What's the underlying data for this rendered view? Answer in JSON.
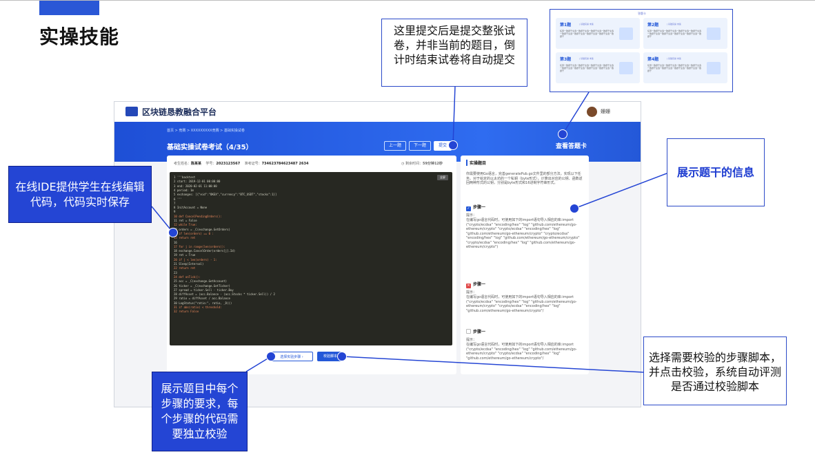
{
  "slide": {
    "title": "实操技能"
  },
  "platform": {
    "logo_text": "区块链恳教融合平台",
    "user_name": "姗姗"
  },
  "hero": {
    "breadcrumb": "首页  >  竞赛  >  XXXXXXXXX竞赛  >  基础实操试卷",
    "exam_title": "基础实操试卷考试（4/35）",
    "prev_label": "上一题",
    "next_label": "下一题",
    "submit_label": "提交",
    "answer_card_label": "查看答题卡"
  },
  "candidate": {
    "name_label": "考生姓名：",
    "name": "陈某某",
    "id_label": "学号：",
    "id": "2023123567",
    "cert_label": "准考证号：",
    "cert": "734623784623487 2634",
    "timer_label": "剩余时间：",
    "timer": "59分钟12秒"
  },
  "editor": {
    "fullscreen_label": "全屏",
    "lines": [
      "1  '''backtest",
      "2  start: 2019-12-01 00:00:00",
      "3  end: 2020-02-01 11:00:00",
      "4  period: 1m",
      "5  exchanges: [{\"eid\":\"OKEX\",\"currency\":\"BTC_USDT\",\"stocks\":1}]",
      "6  '''",
      "7",
      "8  InitAccount = None",
      "9",
      "10 def CancelPendingOrders():",
      "11     ret = False",
      "12     while True:",
      "13         orders = _C(exchange.GetOrders)",
      "14         if len(orders) == 0 :",
      "15             return ret",
      "16",
      "17         for j in range(len(orders)):",
      "18             exchange.CancelOrder(orders[j].Id)",
      "19             ret = True",
      "20             if j < len(orders) - 1:",
      "21                 Sleep(Interval)",
      "22     return ret",
      "23",
      "24 def onTick():",
      "25     acc = _C(exchange.GetAccount)",
      "26     ticker = _C(exchange.GetTicker)",
      "27     spread = ticker.Sell - ticker.Buy",
      "28     diffAsset = (acc.Balance - (acc.Stocks * ticker.Sell)) / 2",
      "29     ratio = diffAsset / acc.Balance",
      "30     LogStatus(\"ratio:\", ratio, _D())",
      "31     if abs(ratio) < threshold:",
      "32         return False"
    ],
    "select_step_label": "选择实验步骤 ›",
    "verify_label": "校验脚本"
  },
  "task": {
    "title": "实操题目",
    "desc": "你需要使用Go语言，完善generatePub.go文件里的部分方法，实现以下任务。对于给定的以太坊的一个私钥（byte形式），计算出对应的公钥、函数返回两种形式的公钥，分别是byte形式和16进制字符串形式。",
    "steps": [
      {
        "label": "步骤一",
        "state": "checked",
        "hint_label": "提示：",
        "hint": "在编写go语言代码时，可使用如下的import语句导入相应的库:import (\"crypto/ecdsa\" \"encoding/hex\" \"log\" \"github.com/ethereum/go-ethereum/crypto\" \"crypto/ecdsa\" \"encoding/hex\" \"log\" \"github.com/ethereum/go-ethereum/crypto\" \"crypto/ecdsa\" \"encoding/hex\" \"log\" \"github.com/ethereum/go-ethereum/crypto\" \"crypto/ecdsa\" \"encoding/hex\" \"log\" \"github.com/ethereum/go-ethereum/crypto\")"
      },
      {
        "label": "步骤一",
        "state": "failed",
        "hint_label": "提示：",
        "hint": "在编写go语言代码时，可使用如下的import语句导入相应的库:import (\"crypto/ecdsa\" \"encoding/hex\" \"log\" \"github.com/ethereum/go-ethereum/crypto\" \"crypto/ecdsa\" \"encoding/hex\" \"log\" \"github.com/ethereum/go-ethereum/crypto\"/"
      },
      {
        "label": "步骤一",
        "state": "unchecked",
        "hint_label": "提示：",
        "hint": "在编写go语言代码时，可使用如下的import语句导入相应的库:import (\"crypto/ecdsa\" \"encoding/hex\" \"log\" \"github.com/ethereum/go-ethereum/crypto\" \"crypto/ecdsa\" \"encoding/hex\" \"log\" \"github.com/ethereum/go-ethereum/crypto\"/"
      }
    ]
  },
  "answer_card_preview": {
    "title": "答题卡",
    "cards": [
      {
        "title": "第1题",
        "tag": "| 基础实操  未答"
      },
      {
        "title": "第2题",
        "tag": "| 基础实操  未答"
      },
      {
        "title": "第3题",
        "tag": "| 基础实操  未答"
      },
      {
        "title": "第4题",
        "tag": "| 基础实操  未答"
      }
    ],
    "card_text": "任意一致题干全选一致题干全选一致题干全选一致题干全选一致题干全选一致题干全选一致题干全选一致题干全选一致题干"
  },
  "callouts": {
    "submit_note": "这里提交后是提交整张试卷，并非当前的题目，倒计时结束试卷将自动提交",
    "ide_note": "在线IDE提供学生在线编辑代码，代码实时保存",
    "stem_note": "展示题干的信息",
    "steps_note": "展示题目中每个步骤的要求，每个步骤的代码需要独立校验",
    "verify_note": "选择需要校验的步骤脚本，并点击校验，系统自动评测是否通过校验脚本"
  },
  "colors": {
    "accent": "#2445d4",
    "hero": "#2458d8",
    "code_bg": "#272822"
  }
}
